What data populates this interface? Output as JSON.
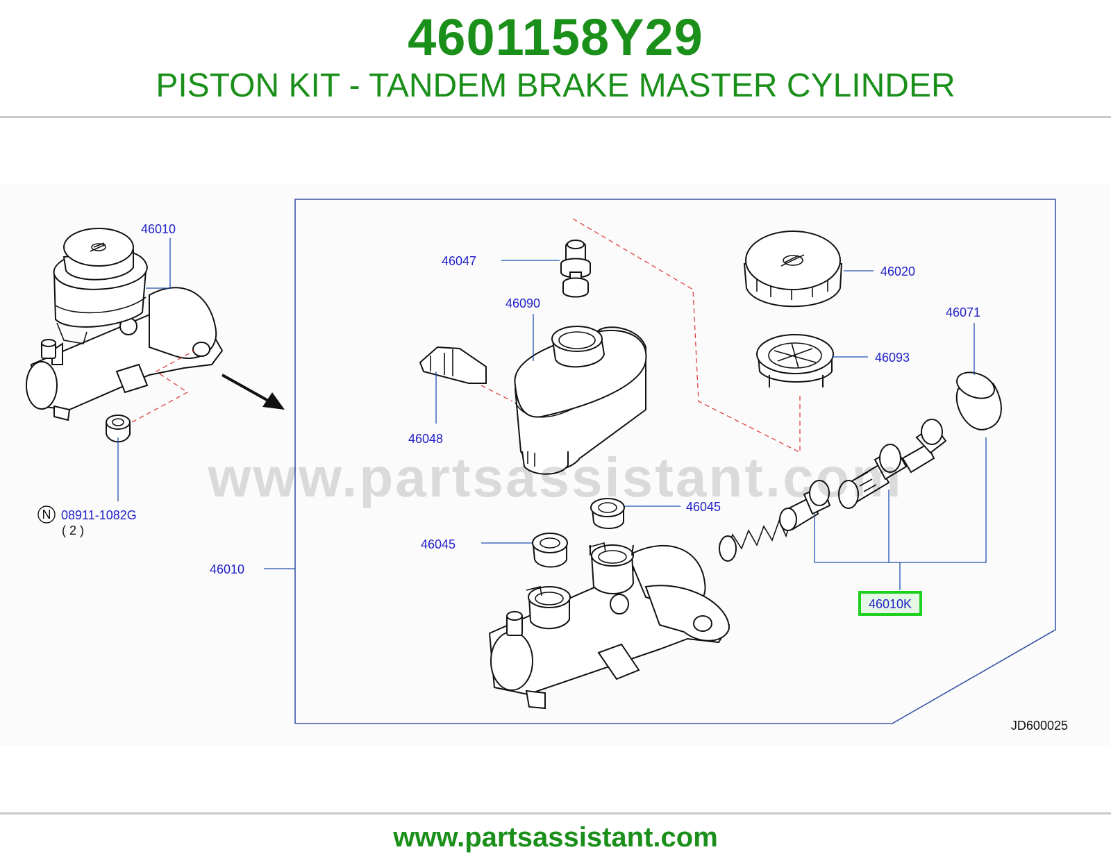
{
  "header": {
    "part_number": "4601158Y29",
    "title": "PISTON KIT - TANDEM BRAKE MASTER CYLINDER"
  },
  "diagram": {
    "labels": {
      "l46010_top": "46010",
      "l46047": "46047",
      "l46020": "46020",
      "l46090": "46090",
      "l46071": "46071",
      "l46093": "46093",
      "l46048": "46048",
      "l08911": "08911-1082G",
      "l08911_n": "N",
      "l08911_qty": "( 2 )",
      "l46045_upper": "46045",
      "l46045_lower": "46045",
      "l46010_left": "46010",
      "l46010K": "46010K"
    },
    "highlighted_part": "46010K",
    "highlight_color": "#1fd01f",
    "label_color": "#1f1fc8",
    "diagram_code": "JD600025",
    "watermark": "www.partsassistant.com"
  },
  "footer": {
    "url": "www.partsassistant.com"
  },
  "colors": {
    "brand_green": "#1a8f1a",
    "leader_blue": "#1f4fb0",
    "dashed_red": "#e04040"
  }
}
